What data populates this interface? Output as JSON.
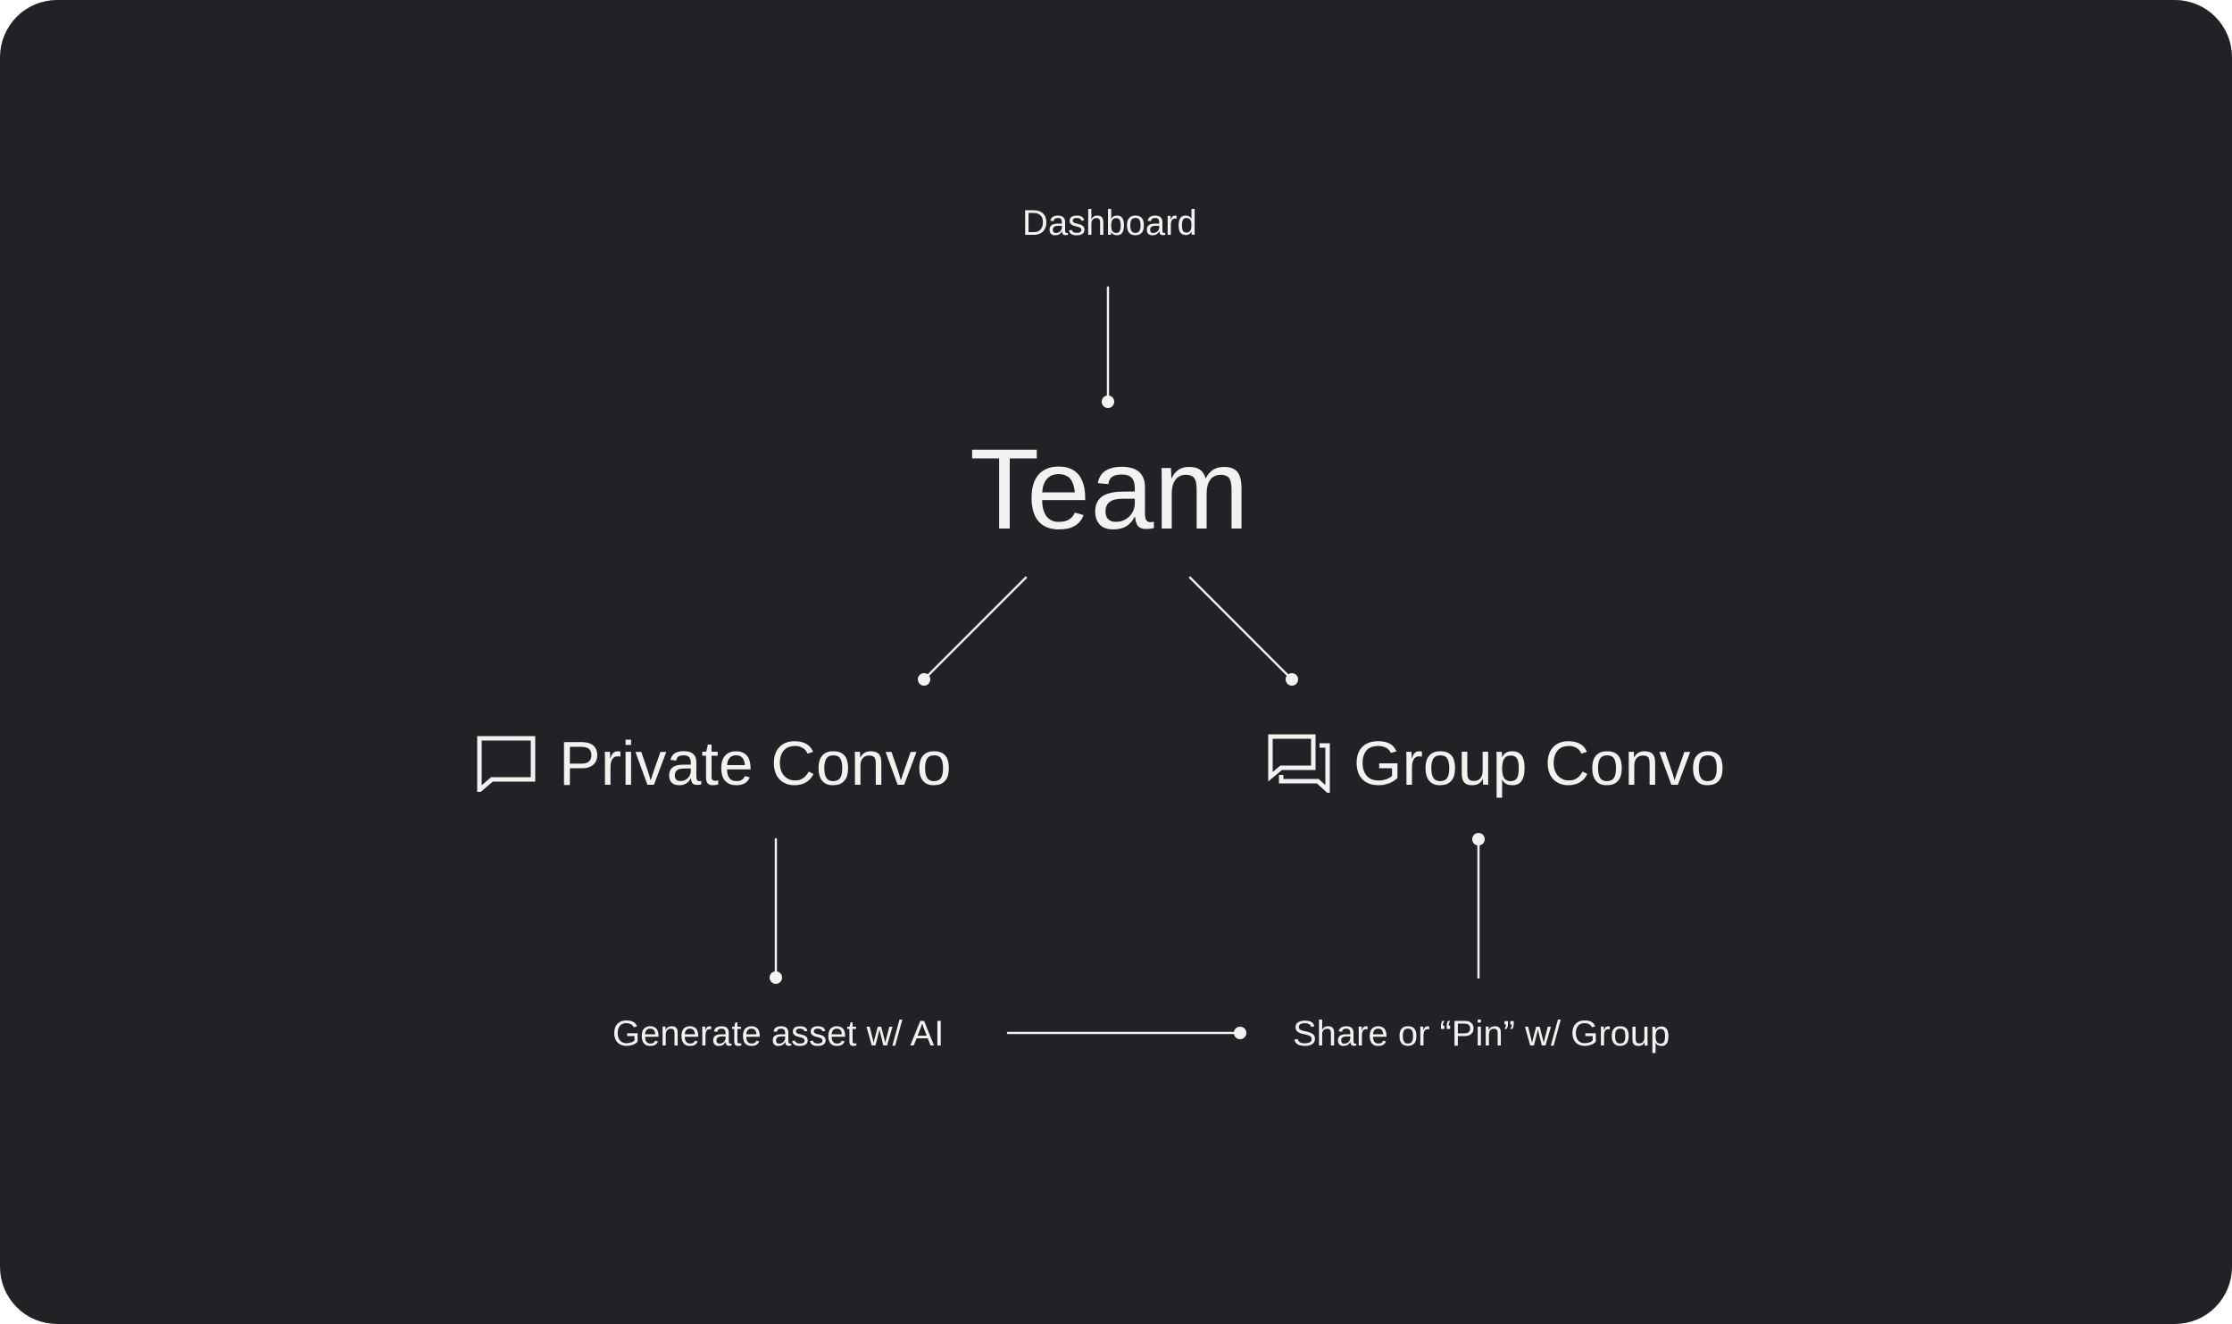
{
  "diagram": {
    "background_color": "#212226",
    "line_color": "#f2f2f2",
    "nodes": {
      "dashboard": {
        "label": "Dashboard"
      },
      "team": {
        "label": "Team"
      },
      "private_convo": {
        "label": "Private Convo",
        "icon": "chat-bubble-icon"
      },
      "group_convo": {
        "label": "Group Convo",
        "icon": "chat-bubbles-icon"
      },
      "generate_asset": {
        "label": "Generate asset w/ AI"
      },
      "share_pin": {
        "label": "Share or “Pin” w/ Group"
      }
    },
    "connections": [
      {
        "from": "dashboard",
        "to": "team"
      },
      {
        "from": "team",
        "to": "private_convo"
      },
      {
        "from": "team",
        "to": "group_convo"
      },
      {
        "from": "private_convo",
        "to": "generate_asset"
      },
      {
        "from": "share_pin",
        "to": "group_convo"
      },
      {
        "from": "generate_asset",
        "to": "share_pin"
      }
    ]
  }
}
